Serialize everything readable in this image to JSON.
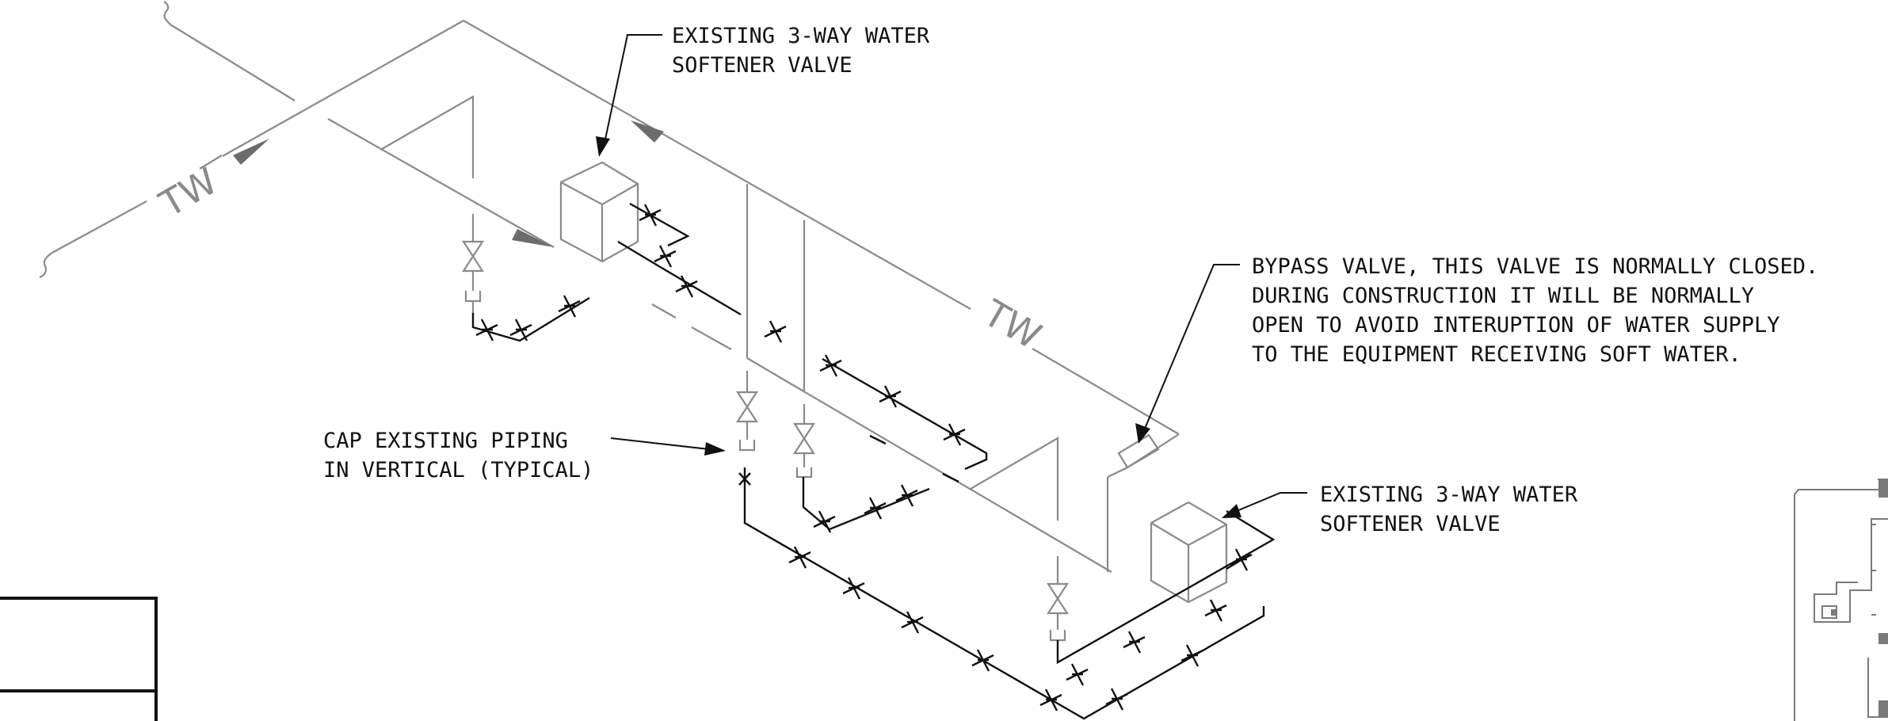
{
  "annotations": {
    "softener_valve_top": [
      "EXISTING 3-WAY WATER",
      "SOFTENER VALVE"
    ],
    "bypass_valve": [
      "BYPASS VALVE, THIS VALVE IS NORMALLY CLOSED.",
      "DURING CONSTRUCTION IT WILL BE NORMALLY",
      "OPEN TO AVOID INTERUPTION OF WATER SUPPLY",
      "TO THE EQUIPMENT RECEIVING SOFT WATER."
    ],
    "cap_piping": [
      "CAP EXISTING PIPING",
      "IN VERTICAL (TYPICAL)"
    ],
    "softener_valve_bottom": [
      "EXISTING 3-WAY WATER",
      "SOFTENER VALVE"
    ]
  },
  "pipe_labels": {
    "tw_left": "TW",
    "tw_right": "TW"
  }
}
